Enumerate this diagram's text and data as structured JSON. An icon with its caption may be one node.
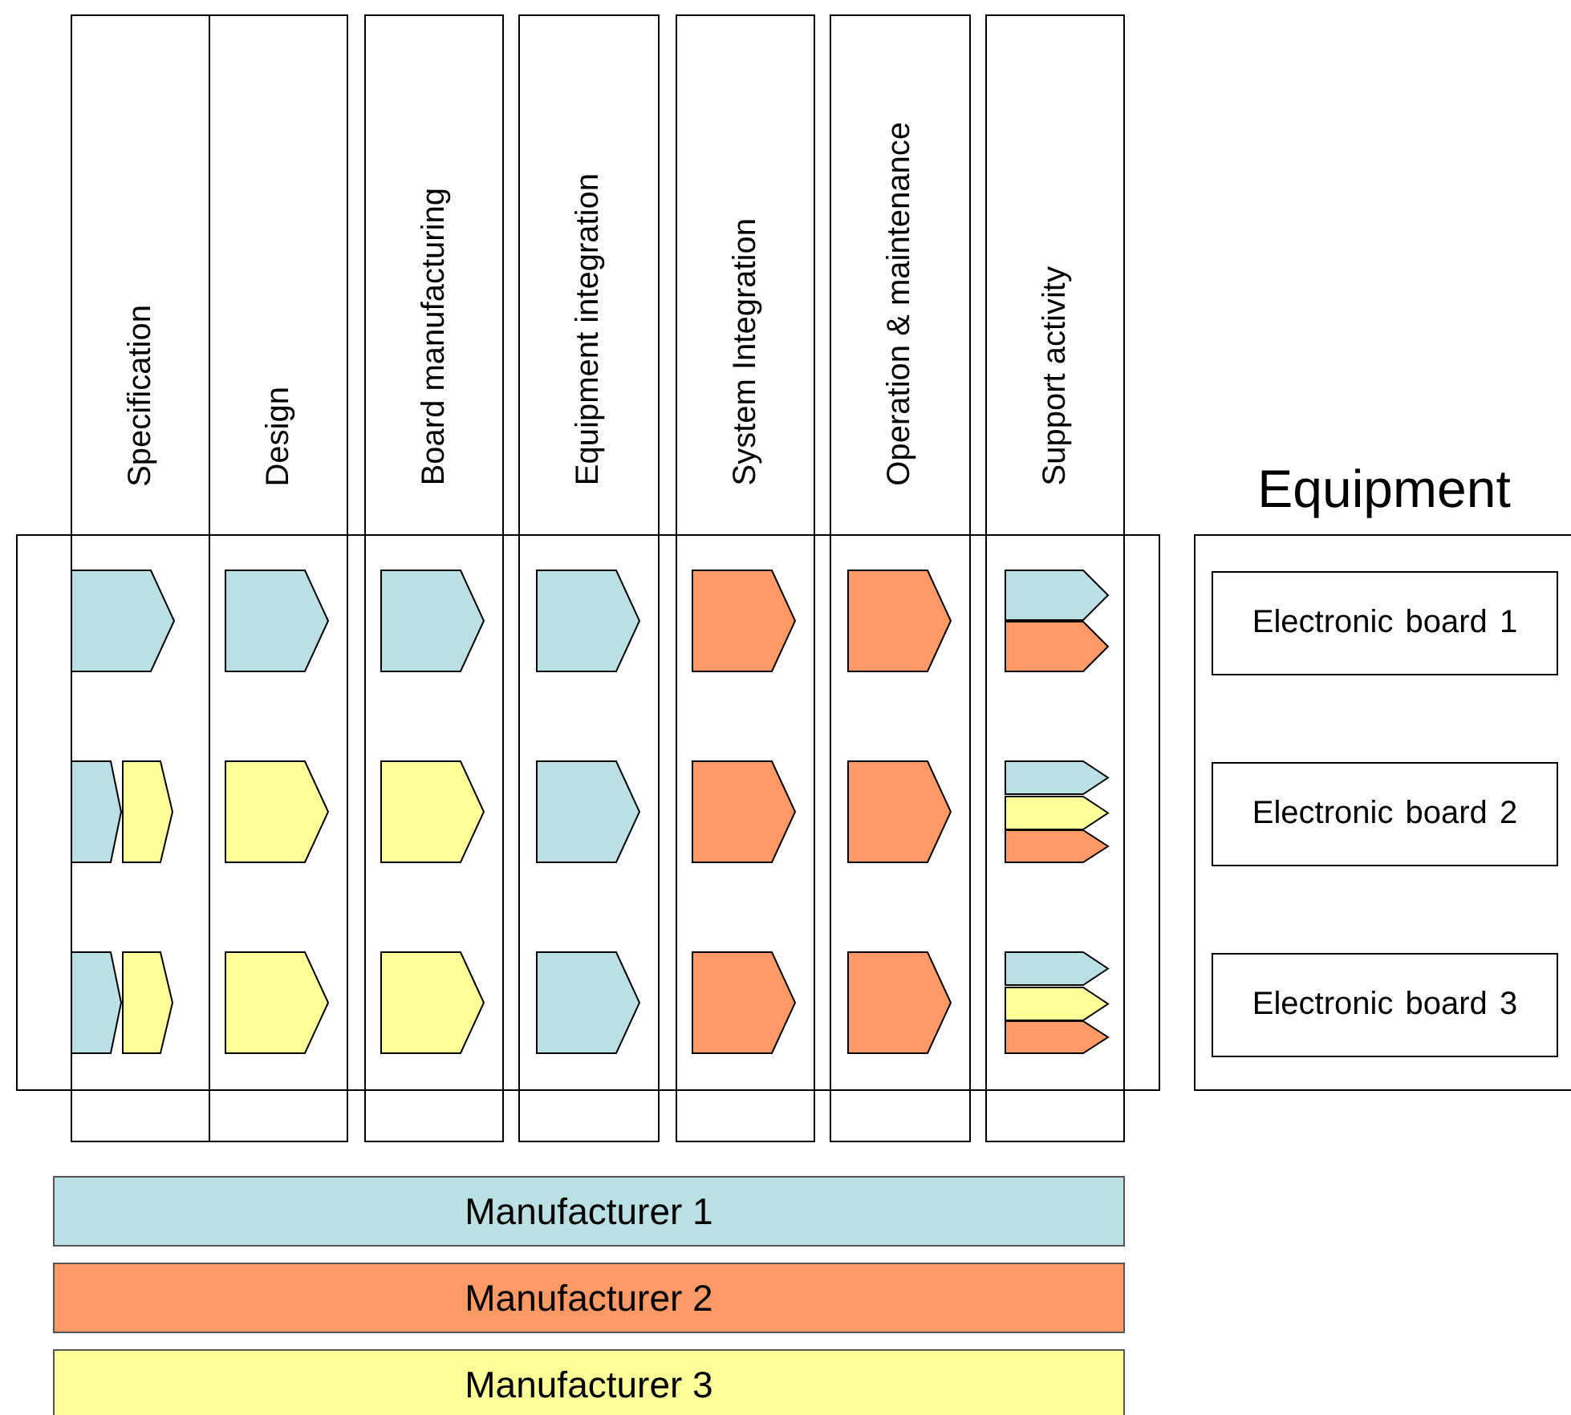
{
  "diagram": {
    "nodes": [
      {
        "text": [
          "Specification"
        ]
      },
      {
        "text": [
          "Design"
        ]
      },
      {
        "text": [
          "Board manufacturing"
        ]
      },
      {
        "text": [
          "Equipment integration"
        ]
      },
      {
        "text": [
          "System Integration"
        ]
      },
      {
        "text": [
          "Operation & maintenance"
        ]
      },
      {
        "text": [
          "Support activity"
        ]
      },
      {
        "text": [],
        "shape": "box"
      },
      {
        "text": [],
        "shape": "chevron"
      },
      {
        "text": [],
        "shape": "chevron"
      },
      {
        "text": [],
        "shape": "chevron"
      },
      {
        "text": [],
        "shape": "chevron"
      },
      {
        "text": [],
        "shape": "chevron"
      },
      {
        "text": [],
        "shape": "chevron"
      },
      {
        "text": [],
        "shape": "chevron"
      },
      {
        "text": [],
        "shape": "chevron"
      },
      {
        "text": [],
        "shape": "chevron"
      },
      {
        "text": [],
        "shape": "chevron"
      },
      {
        "text": [],
        "shape": "chevron"
      },
      {
        "text": [],
        "shape": "chevron"
      },
      {
        "text": [],
        "shape": "chevron"
      },
      {
        "text": [],
        "shape": "chevron"
      },
      {
        "text": [],
        "shape": "chevron"
      },
      {
        "text": [],
        "shape": "chevron"
      },
      {
        "text": [],
        "shape": "chevron"
      },
      {
        "text": [],
        "shape": "chevron"
      },
      {
        "text": [],
        "shape": "chevron"
      },
      {
        "text": [],
        "shape": "chevron"
      },
      {
        "text": [],
        "shape": "chevron"
      },
      {
        "text": [],
        "shape": "chevron"
      },
      {
        "text": [],
        "shape": "chevron"
      },
      {
        "text": [],
        "shape": "chevron"
      },
      {
        "text": [],
        "shape": "chevron"
      },
      {
        "text": [],
        "shape": "chevron"
      },
      {
        "text": [],
        "shape": "chevron"
      },
      {
        "text": [],
        "shape": "chevron"
      },
      {
        "text": [
          "Equipment"
        ]
      },
      {
        "text": [
          "Electronic board 1"
        ],
        "in": 36
      },
      {
        "text": [
          "Electronic board 2"
        ],
        "in": 36
      },
      {
        "text": [
          "Electronic board 3"
        ],
        "in": 36
      }
    ],
    "edges": [],
    "legend": [
      {
        "text": "Manufacturer 1",
        "color": "#bbe0e3"
      },
      {
        "text": "Manufacturer 2",
        "color": "#ff9966"
      },
      {
        "text": "Manufacturer 3",
        "color": "#ffff99"
      }
    ]
  }
}
